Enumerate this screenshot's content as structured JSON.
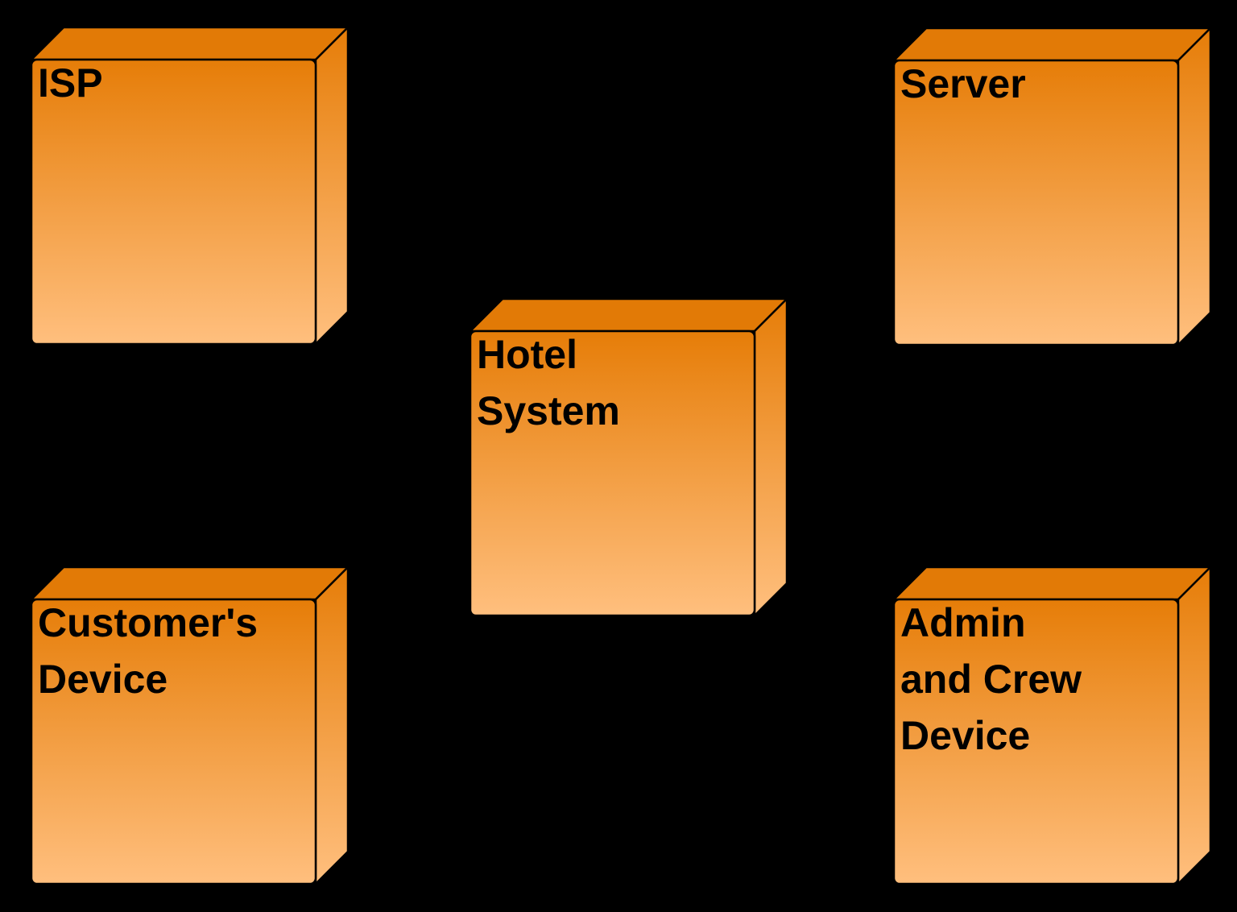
{
  "diagram": {
    "kind": "uml-deployment-diagram",
    "background_color": "#000000",
    "node_style": {
      "gradient_top_color": "#E67D08",
      "gradient_bottom_color": "#FFBF7E",
      "top_face_color": "#E27A06",
      "stroke_color": "#000000",
      "text_color": "#000000"
    }
  },
  "nodes": [
    {
      "name": "isp",
      "label": "ISP",
      "lines": [
        "ISP"
      ]
    },
    {
      "name": "server",
      "label": "Server",
      "lines": [
        "Server"
      ]
    },
    {
      "name": "hotel-system",
      "label": "Hotel System",
      "lines": [
        "Hotel",
        "System"
      ]
    },
    {
      "name": "customers-device",
      "label": "Customer's Device",
      "lines": [
        "Customer's",
        "Device"
      ]
    },
    {
      "name": "admin-crew-device",
      "label": "Admin and Crew Device",
      "lines": [
        "Admin",
        "and Crew",
        "Device"
      ]
    }
  ]
}
